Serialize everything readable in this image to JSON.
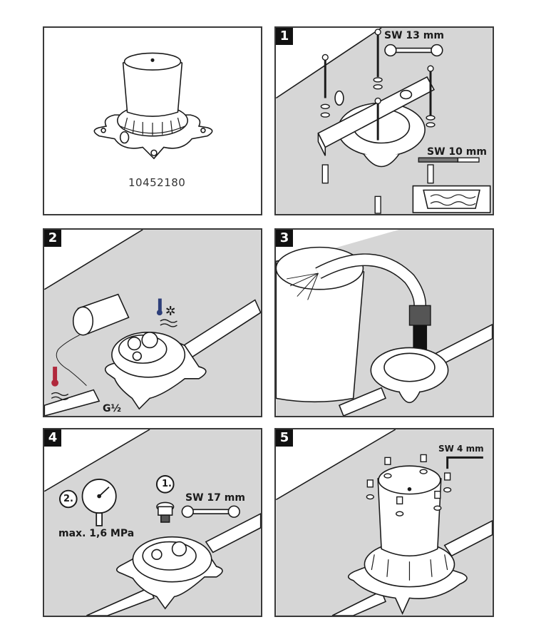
{
  "product": {
    "part_number": "10452180"
  },
  "colors": {
    "panel_background": "#d6d6d6",
    "wall_white": "#ffffff",
    "line": "#1a1a1a",
    "hot_red": "#b0283c",
    "cold_blue": "#2e3f7a"
  },
  "steps": [
    {
      "number": "1",
      "labels": {
        "wrench_top": "SW 13 mm",
        "drill": "SW 10 mm"
      }
    },
    {
      "number": "2",
      "labels": {
        "thread": "G½"
      },
      "icons": [
        "hot-water-icon",
        "cold-water-icon",
        "sealing-tape-icon"
      ]
    },
    {
      "number": "3",
      "labels": {}
    },
    {
      "number": "4",
      "labels": {
        "order_1": "1.",
        "order_2": "2.",
        "wrench": "SW 17 mm",
        "pressure": "max. 1,6 MPa"
      }
    },
    {
      "number": "5",
      "labels": {
        "hex_key": "SW 4 mm"
      }
    }
  ]
}
